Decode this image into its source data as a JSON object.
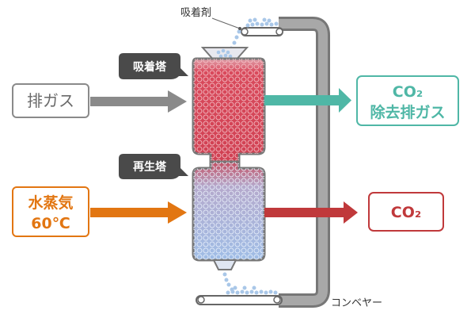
{
  "labels": {
    "adsorbent": "吸着剤",
    "adsorption_tower": "吸着塔",
    "regeneration_tower": "再生塔",
    "exhaust_gas": "排ガス",
    "steam_line1": "水蒸気",
    "steam_line2": "60℃",
    "co2_removed_line1": "CO₂",
    "co2_removed_line2": "除去排ガス",
    "co2_out": "CO₂",
    "conveyor": "コンベヤー"
  },
  "colors": {
    "gray_arrow": "#8a8a8a",
    "teal": "#4fb7a6",
    "orange": "#e27612",
    "red": "#c0393b",
    "dark_label": "#4a4a4a",
    "tower_red": "#d6485a",
    "tower_blue": "#a9c3e8",
    "pipe": "#777777"
  }
}
